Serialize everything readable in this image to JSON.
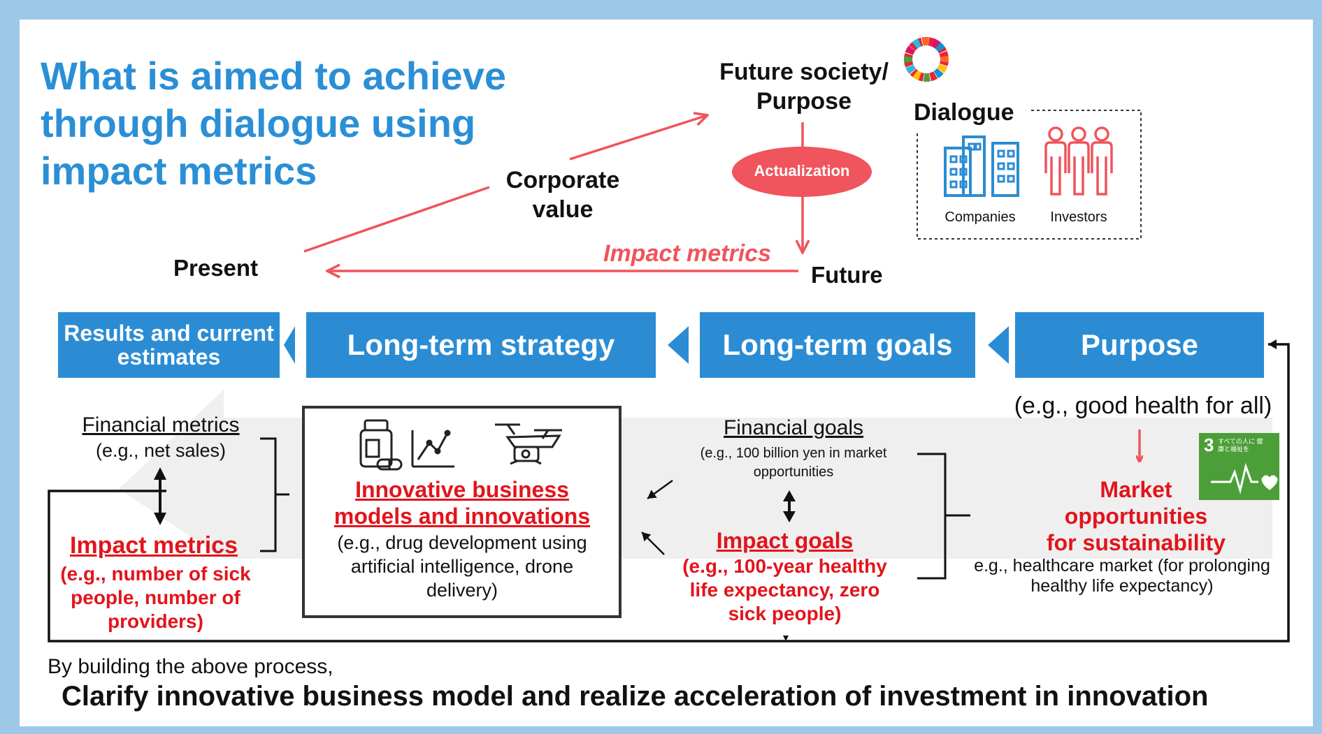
{
  "title": "What is aimed to achieve through dialogue using impact metrics",
  "top": {
    "future_society_1": "Future society/",
    "future_society_2": "Purpose",
    "corporate_value_1": "Corporate",
    "corporate_value_2": "value",
    "actualization": "Actualization",
    "impact_metrics": "Impact metrics",
    "present": "Present",
    "future": "Future"
  },
  "dialogue": {
    "heading": "Dialogue",
    "companies": "Companies",
    "investors": "Investors"
  },
  "flow": {
    "results": "Results and current estimates",
    "strategy": "Long-term strategy",
    "goals": "Long-term goals",
    "purpose": "Purpose"
  },
  "left_col": {
    "financial_metrics": "Financial metrics",
    "financial_example": "(e.g., net sales)",
    "impact_metrics": "Impact metrics",
    "impact_example": "(e.g., number of sick people, number of providers)"
  },
  "center_box": {
    "heading_1": "Innovative business",
    "heading_2": "models and innovations",
    "example": "(e.g., drug development using artificial intelligence, drone delivery)"
  },
  "goals_col": {
    "financial_goals": "Financial goals",
    "financial_example": "(e.g., 100 billion yen in market opportunities",
    "impact_goals": "Impact goals",
    "impact_example": "(e.g., 100-year healthy life expectancy, zero sick people)"
  },
  "purpose_col": {
    "example": "(e.g., good health for all)",
    "market_1": "Market",
    "market_2": "opportunities",
    "market_3": "for sustainability",
    "market_example": "e.g., healthcare market (for prolonging healthy life expectancy)"
  },
  "sdg": {
    "number": "3",
    "text": "すべての人に 健康と福祉を"
  },
  "bottom": {
    "line1": "By building the above process,",
    "line2": "Clarify innovative business model and realize acceleration of investment in innovation"
  },
  "colors": {
    "blue": "#2b8cd4",
    "title_blue": "#2a8fd6",
    "red": "#e2141c",
    "salmon": "#f0545c",
    "sdg_green": "#4c9f38"
  },
  "icons": [
    "sdg-wheel-icon",
    "buildings-icon",
    "people-icon",
    "medicine-icon",
    "line-chart-icon",
    "drone-icon",
    "heartbeat-icon"
  ]
}
